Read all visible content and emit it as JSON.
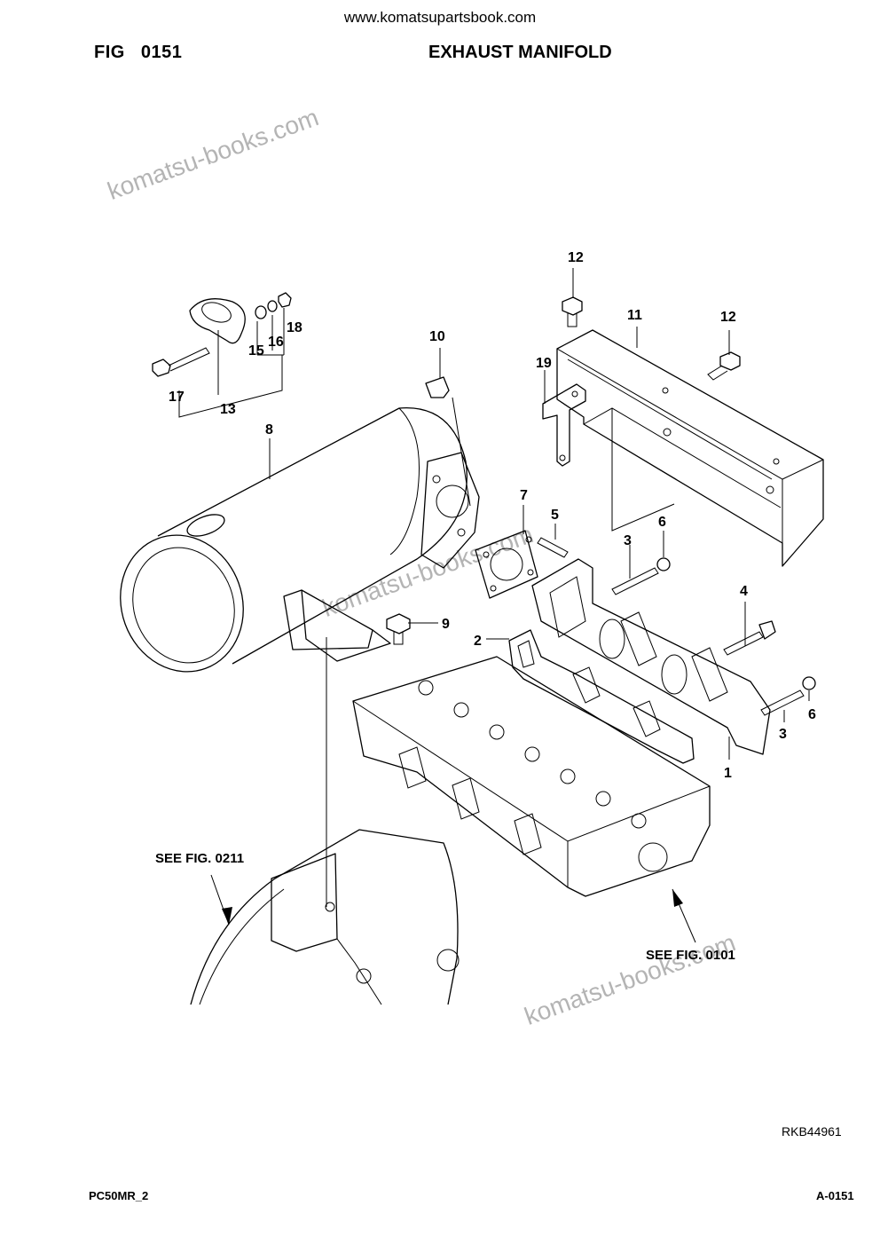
{
  "header": {
    "website": "www.komatsupartsbook.com",
    "fig_label": "FIG",
    "fig_number": "0151",
    "title": "EXHAUST MANIFOLD"
  },
  "watermarks": [
    "komatsu-books.com",
    "komatsu-books.com",
    "komatsu-books.com"
  ],
  "callouts": [
    "12",
    "11",
    "12",
    "19",
    "10",
    "15",
    "16",
    "18",
    "17",
    "13",
    "8",
    "7",
    "5",
    "3",
    "6",
    "4",
    "9",
    "2",
    "6",
    "3",
    "1"
  ],
  "references": [
    "SEE FIG. 0211",
    "SEE FIG. 0101"
  ],
  "drawing_id": "RKB44961",
  "footer": {
    "model": "PC50MR_2",
    "page": "A-0151"
  }
}
